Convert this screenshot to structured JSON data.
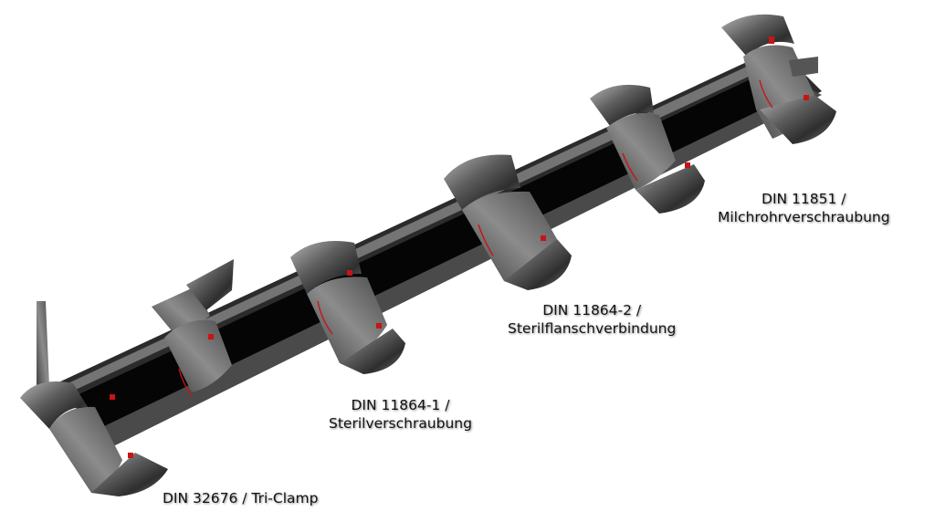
{
  "labels": {
    "tri_clamp": {
      "line1": "DIN 32676 / Tri-Clamp"
    },
    "din_11864_1": {
      "line1": "DIN 11864-1 /",
      "line2": "Sterilverschraubung"
    },
    "din_11864_2": {
      "line1": "DIN 11864-2 /",
      "line2": "Sterilflanschverbindung"
    },
    "din_11851": {
      "line1": "DIN 11851 /",
      "line2": "Milchrohrverschraubung"
    }
  },
  "colors": {
    "pipe_dark": "#0a0a0a",
    "pipe_mid": "#5a5a5a",
    "pipe_light": "#9a9a9a",
    "seal_red": "#c81414",
    "background": "#ffffff"
  }
}
